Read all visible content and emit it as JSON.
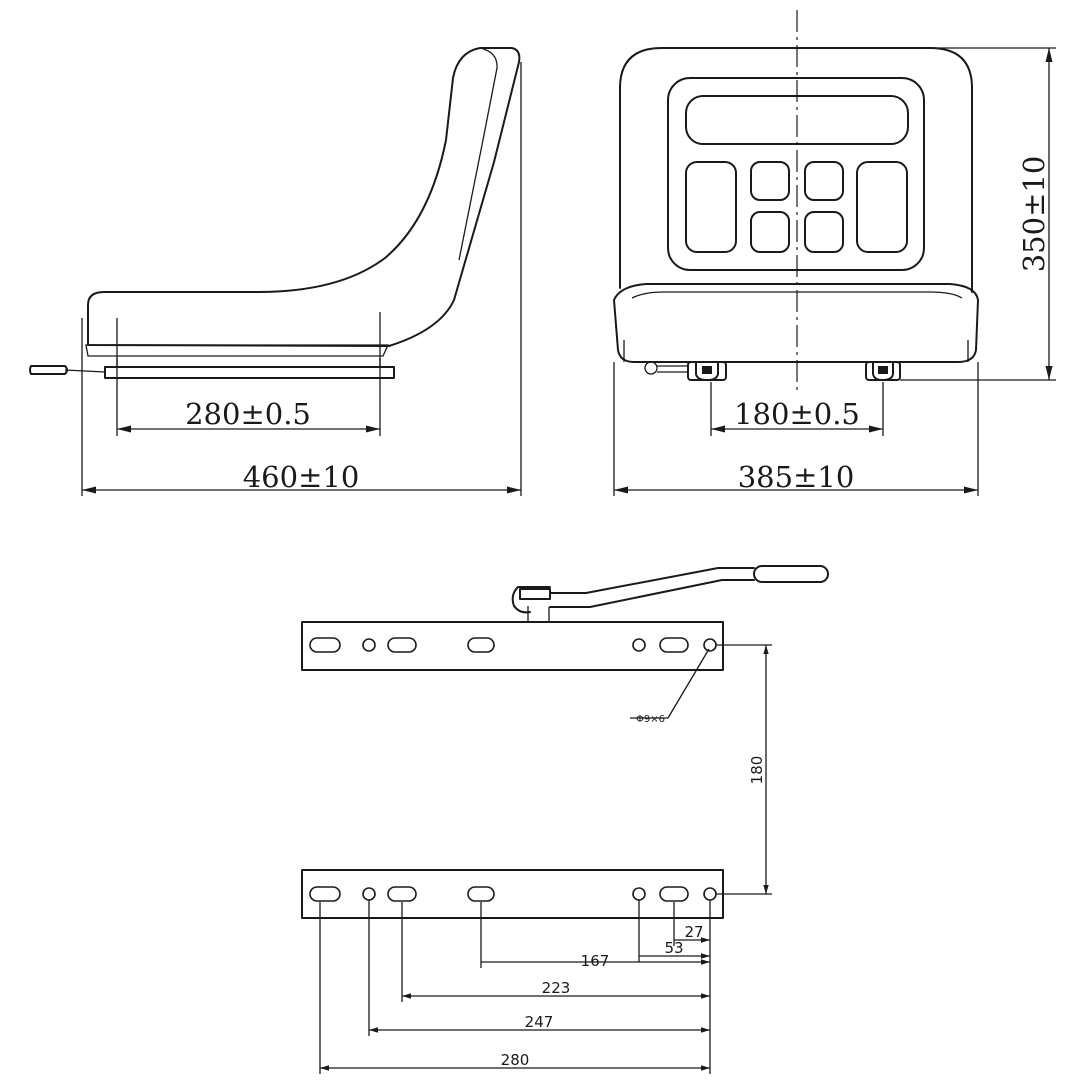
{
  "side_view": {
    "dim_slide_spacing": "280±0.5",
    "dim_overall_depth": "460±10"
  },
  "front_view": {
    "dim_rail_spacing": "180±0.5",
    "dim_overall_width": "385±10",
    "dim_overall_height": "350±10"
  },
  "rail_detail": {
    "hole_callout": "Φ9×6",
    "dim_rail_distance": "180",
    "dims": {
      "d27": "27",
      "d53": "53",
      "d167": "167",
      "d223": "223",
      "d247": "247",
      "d280": "280"
    }
  }
}
